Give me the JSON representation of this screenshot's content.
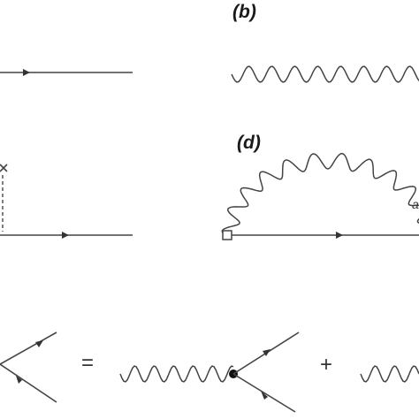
{
  "panels": {
    "b": {
      "label": "(b)"
    },
    "d": {
      "label": "(d)"
    }
  },
  "equation": {
    "equals": "=",
    "plus": "+"
  },
  "cropped_label": "a",
  "icons": [
    "arrow-right-icon",
    "vertex-dot-icon",
    "open-square-vertex-icon",
    "cross-mark-icon"
  ]
}
